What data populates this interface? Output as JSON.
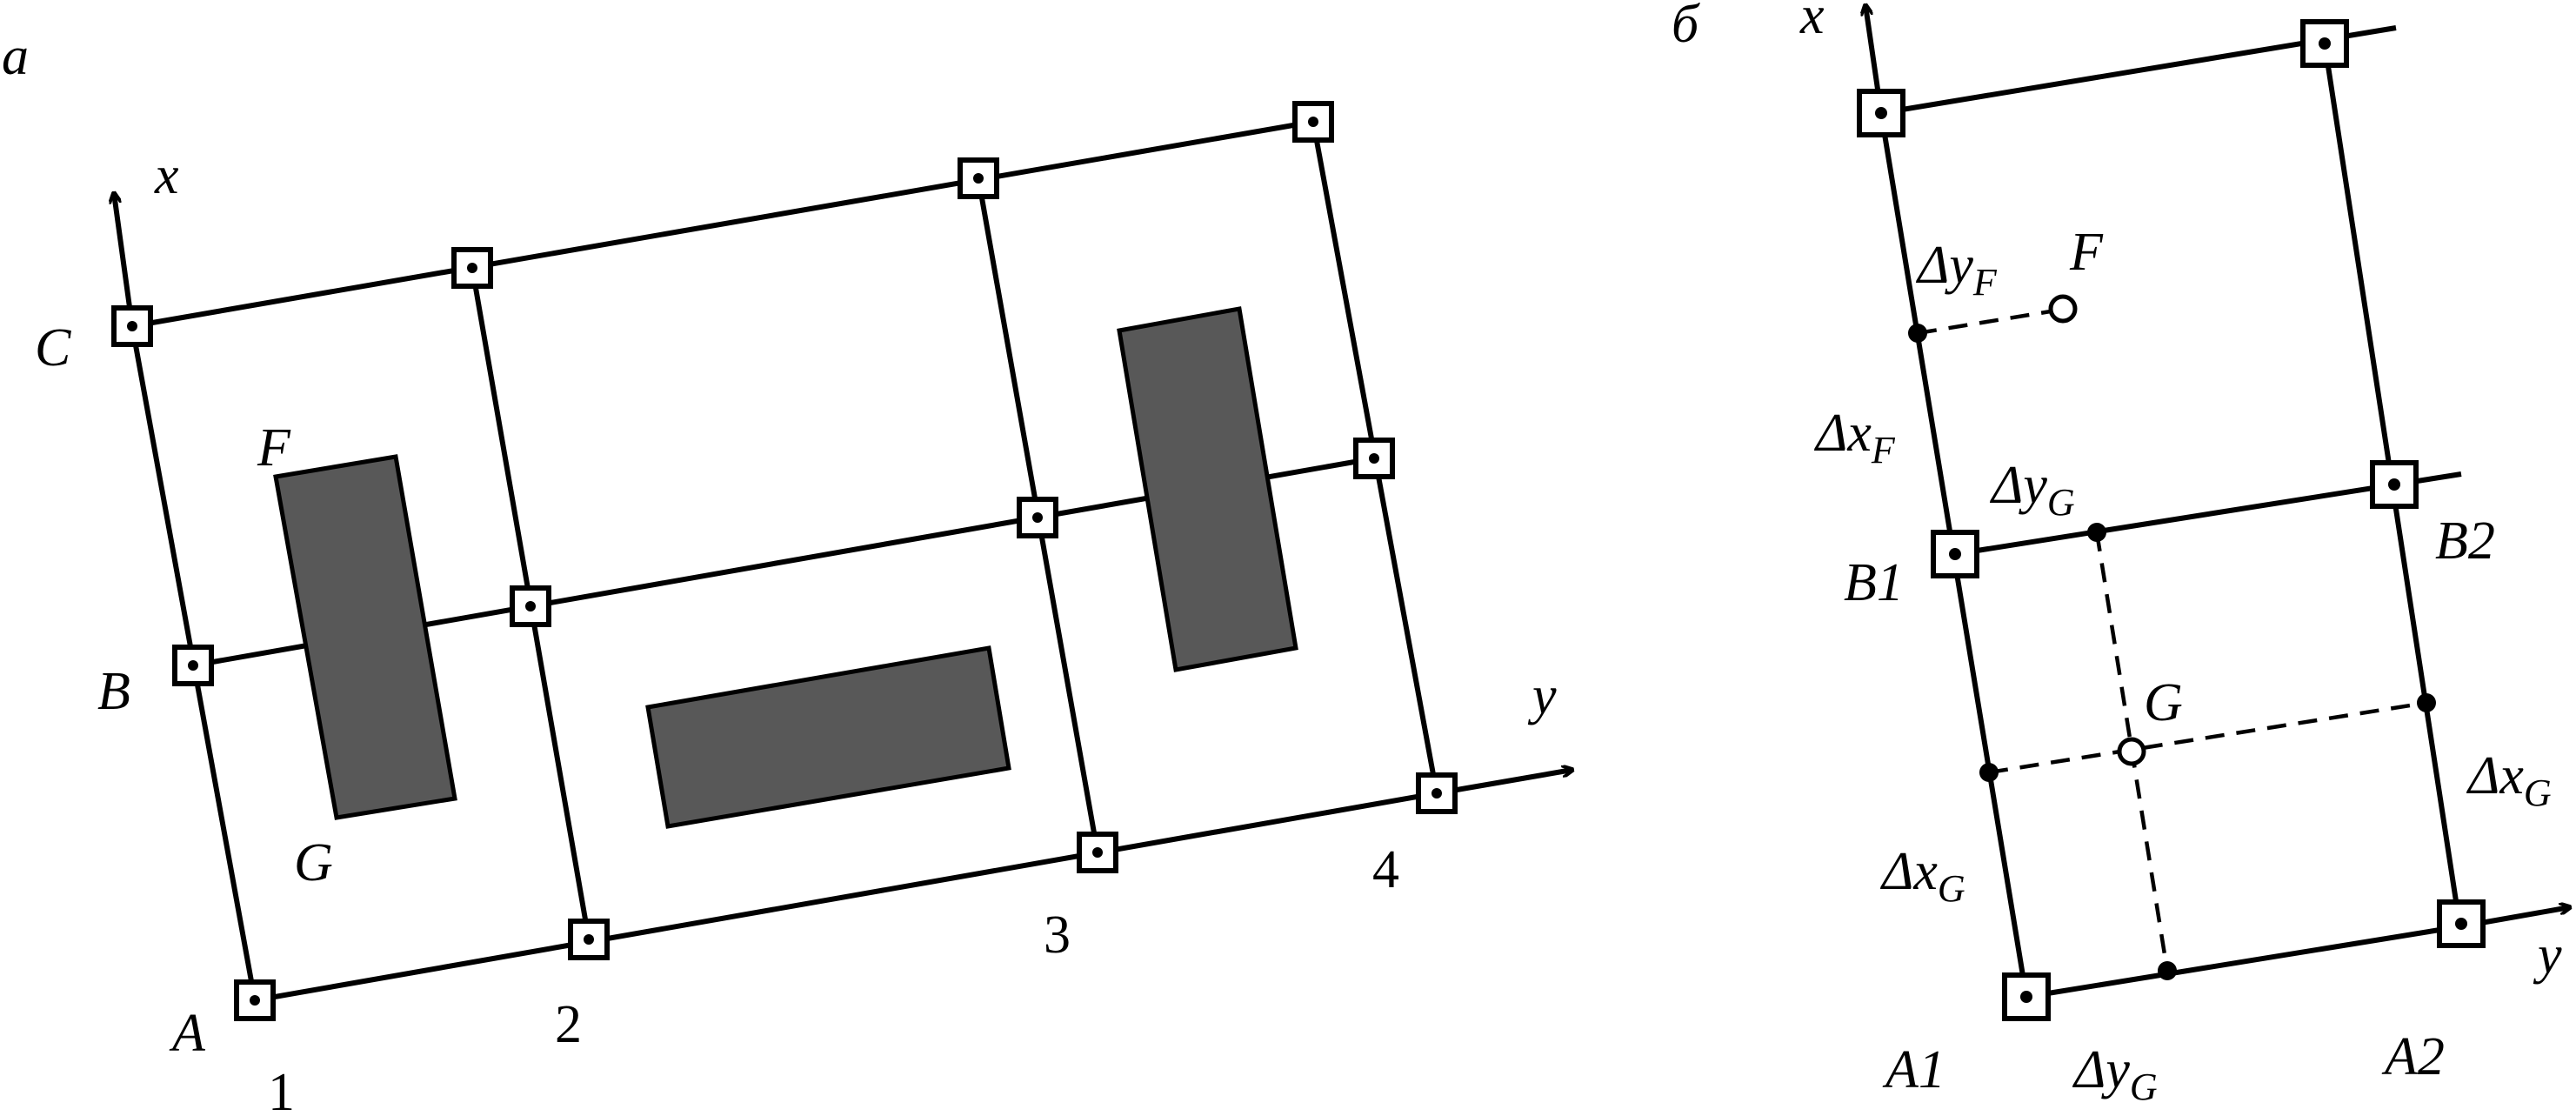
{
  "panel_a": {
    "panel_label": "а",
    "axis_x": "x",
    "axis_y": "y",
    "row_labels": [
      "A",
      "B",
      "C"
    ],
    "column_labels": [
      "1",
      "2",
      "3",
      "4"
    ],
    "point_F": "F",
    "point_G": "G"
  },
  "panel_b": {
    "panel_label": "б",
    "axis_x": "x",
    "axis_y": "y",
    "corner_labels": [
      "A1",
      "A2",
      "B1",
      "B2"
    ],
    "point_F": "F",
    "point_G": "G",
    "dx_symbol": "Δx",
    "dy_symbol": "Δy",
    "sub_F": "F",
    "sub_G": "G"
  }
}
